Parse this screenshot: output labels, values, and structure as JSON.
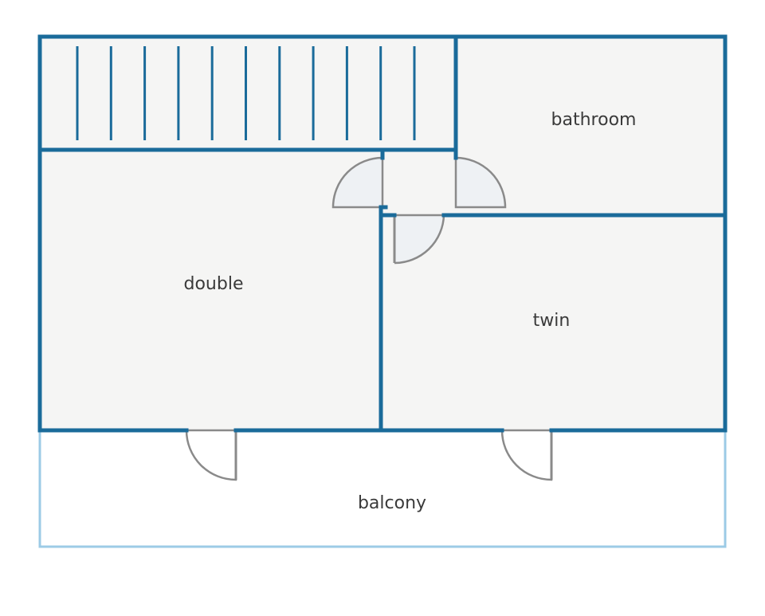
{
  "floorplan": {
    "rooms": {
      "bathroom": "bathroom",
      "double": "double",
      "twin": "twin",
      "balcony": "balcony"
    },
    "stair_tread_count": 11,
    "colors": {
      "wall": "#1a6b9a",
      "balcony_rail": "#9ccbe6",
      "room_fill": "#f5f5f4",
      "door": "#8a8a8a",
      "door_fill": "#eef1f4"
    }
  }
}
